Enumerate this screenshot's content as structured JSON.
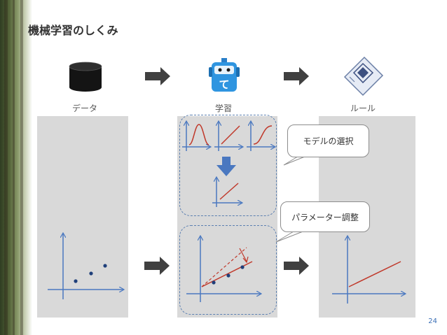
{
  "slide": {
    "title": "機械学習のしくみ",
    "page_number": "24"
  },
  "labels": {
    "data": "データ",
    "learning": "学習",
    "rule": "ルール"
  },
  "callouts": {
    "model_selection": "モデルの選択",
    "parameter_tuning": "パラメーター調整"
  },
  "icons": {
    "data": "database-icon",
    "learning": "robot-icon",
    "rule": "chip-icon"
  },
  "colors": {
    "axis": "#4a78c0",
    "curve": "#c0392b",
    "panel": "#d9d9d9",
    "arrow": "#404040",
    "dashed_border": "#5b7fb0",
    "accent_arrow": "#4a78c0",
    "page_number": "#3b6fb6"
  }
}
